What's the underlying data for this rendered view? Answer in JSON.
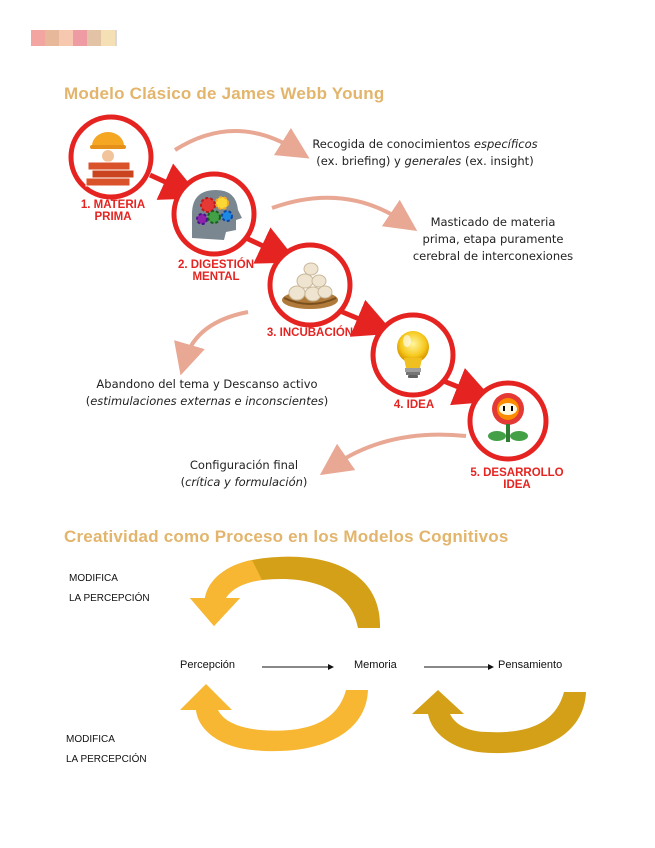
{
  "header_colors": [
    "#f2a5a1",
    "#e8b89a",
    "#f6c8b0",
    "#ee9ba3",
    "#e3c3a6",
    "#f4e0b4",
    "#d9d9d9"
  ],
  "section1": {
    "title": "Modelo Clásico de James Webb Young",
    "steps": [
      {
        "line1": "1. MATERIA",
        "line2": "PRIMA",
        "icon": "bricks-worker-icon"
      },
      {
        "line1": "2. DIGESTIÓN",
        "line2": "MENTAL",
        "icon": "brain-gears-icon"
      },
      {
        "line1": "3. INCUBACIÓN",
        "line2": "",
        "icon": "eggs-nest-icon"
      },
      {
        "line1": "4. IDEA",
        "line2": "",
        "icon": "light-bulb-icon"
      },
      {
        "line1": "5. DESARROLLO",
        "line2": "IDEA",
        "icon": "fire-flower-icon"
      }
    ],
    "desc1": {
      "l1a": "Recogida de conocimientos ",
      "l1b": "específicos",
      "l2a": "(ex. briefing) y ",
      "l2b": "generales",
      "l2c": " (ex. insight)"
    },
    "desc2": {
      "l1": "Masticado de materia",
      "l2": "prima, etapa puramente",
      "l3": "cerebral de interconexiones"
    },
    "desc3": {
      "l1": "Abandono del tema y Descanso activo",
      "l2a": "(",
      "l2b": "estimulaciones externas e inconscientes",
      "l2c": ")"
    },
    "desc4": {
      "l1": "Configuración final",
      "l2a": "(",
      "l2b": "crítica y formulación",
      "l2c": ")"
    }
  },
  "section2": {
    "title": "Creatividad como Proceso en los Modelos Cognitivos",
    "top_left_l1": "MODIFICA",
    "top_left_l2": "LA PERCEPCIÓN",
    "bottom_left_l1": "MODIFICA",
    "bottom_left_l2": "LA PERCEPCIÓN",
    "flow": [
      "Percepción",
      "Memoria",
      "Pensamiento"
    ]
  },
  "colors": {
    "accent_title": "#e3b56c",
    "step_red": "#e52421",
    "arrow_pink": "#e8a894",
    "yellow_arrow": "#f7b733",
    "dark_yellow_arrow": "#d4a017"
  }
}
